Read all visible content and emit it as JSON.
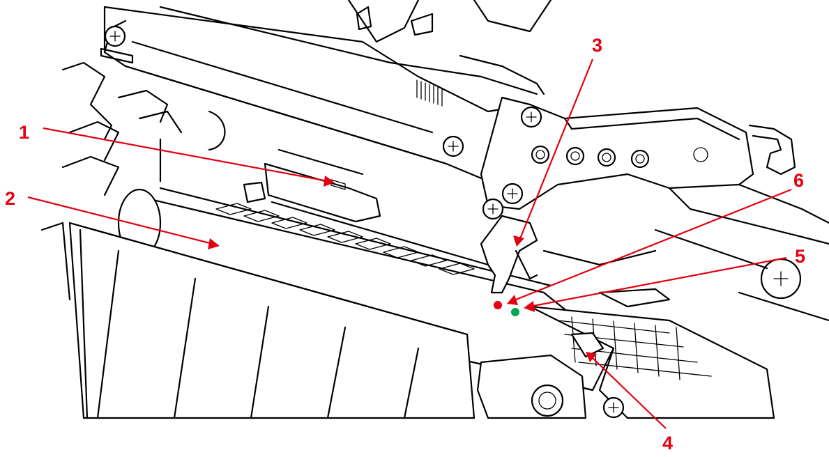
{
  "colors": {
    "callout": "#e3000f",
    "marker_red": "#e3000f",
    "marker_green": "#00a651",
    "line_art": "#000000",
    "background": "#ffffff"
  },
  "callouts": [
    {
      "id": "1",
      "label": "1"
    },
    {
      "id": "2",
      "label": "2"
    },
    {
      "id": "3",
      "label": "3"
    },
    {
      "id": "4",
      "label": "4"
    },
    {
      "id": "5",
      "label": "5"
    },
    {
      "id": "6",
      "label": "6"
    }
  ],
  "markers": [
    {
      "id": "red-dot",
      "color": "marker_red"
    },
    {
      "id": "green-dot",
      "color": "marker_green"
    }
  ]
}
